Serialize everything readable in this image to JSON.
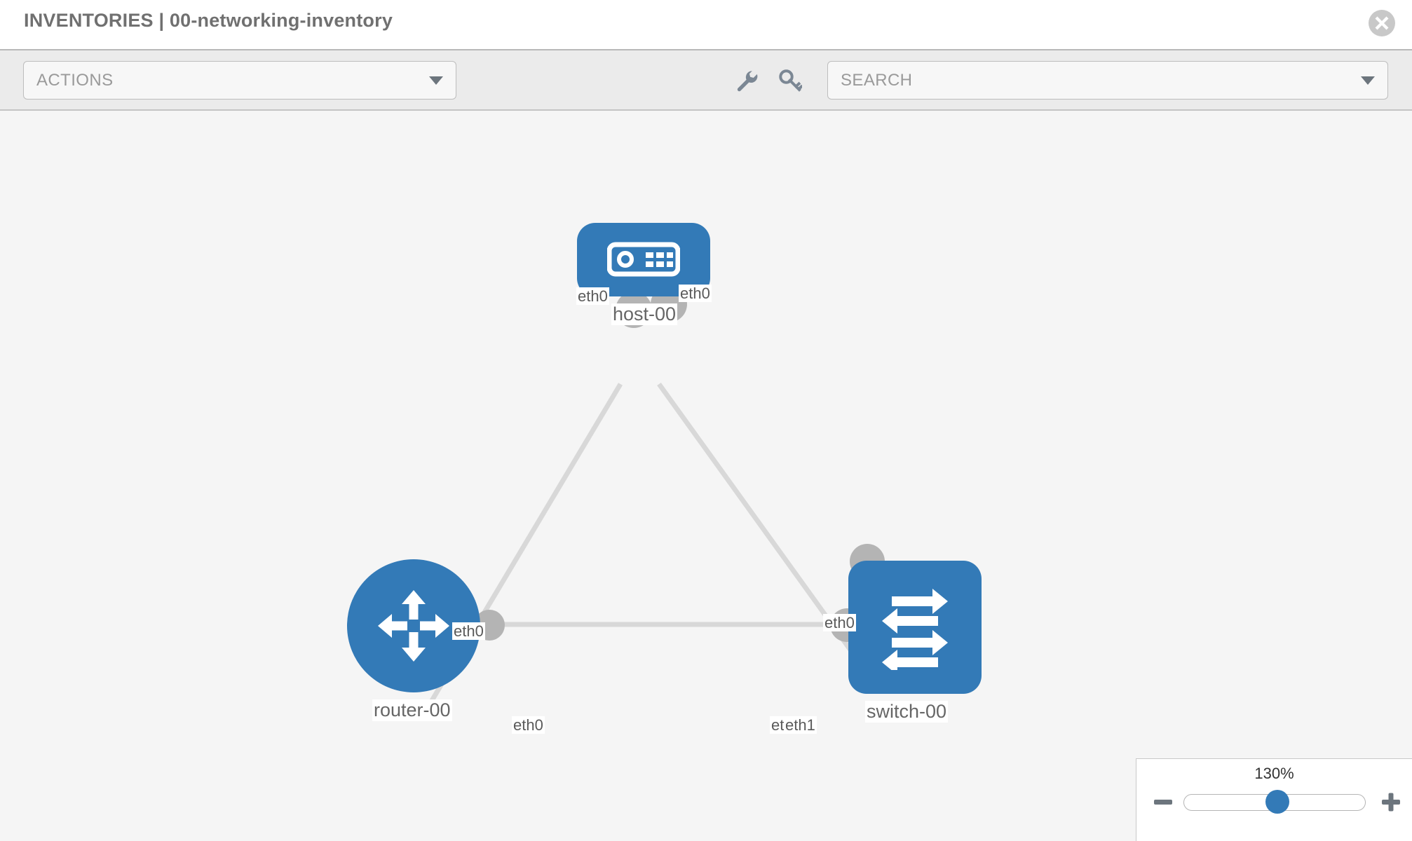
{
  "header": {
    "title": "INVENTORIES | 00-networking-inventory",
    "close_icon": "close-circle-icon"
  },
  "toolbar": {
    "actions_label": "ACTIONS",
    "search_placeholder": "SEARCH",
    "wrench_icon": "wrench-icon",
    "key_icon": "key-icon",
    "caret_icon": "chevron-down-icon"
  },
  "topology": {
    "nodes": [
      {
        "id": "host-00",
        "label": "host-00",
        "icon": "server-icon",
        "shape": "rounded-square",
        "color": "#337ab7"
      },
      {
        "id": "router-00",
        "label": "router-00",
        "icon": "router-icon",
        "shape": "circle",
        "color": "#337ab7"
      },
      {
        "id": "switch-00",
        "label": "switch-00",
        "icon": "switch-icon",
        "shape": "rounded-square",
        "color": "#337ab7"
      }
    ],
    "edge_labels": [
      {
        "id": "host-left-eth",
        "text": "eth0"
      },
      {
        "id": "host-right-eth",
        "text": "eth0"
      },
      {
        "id": "router-up-eth",
        "text": "eth0"
      },
      {
        "id": "switch-up-eth",
        "text": "eth0"
      },
      {
        "id": "router-right-eth",
        "text": "eth0"
      },
      {
        "id": "switch-left-eth0",
        "text": "eth0"
      },
      {
        "id": "switch-left-eth1",
        "text": "eth1"
      }
    ],
    "edges": [
      {
        "from": "host-00",
        "to": "router-00",
        "from_port": "eth0",
        "to_port": "eth0"
      },
      {
        "from": "host-00",
        "to": "switch-00",
        "from_port": "eth0",
        "to_port": "eth0"
      },
      {
        "from": "router-00",
        "to": "switch-00",
        "from_port": "eth0",
        "to_port": "eth1"
      }
    ],
    "link_color": "#d8d8d8",
    "port_color": "#b4b4b4",
    "background": "#f5f5f5"
  },
  "zoom": {
    "value_label": "130%",
    "minus_icon": "minus-icon",
    "plus_icon": "plus-icon"
  }
}
